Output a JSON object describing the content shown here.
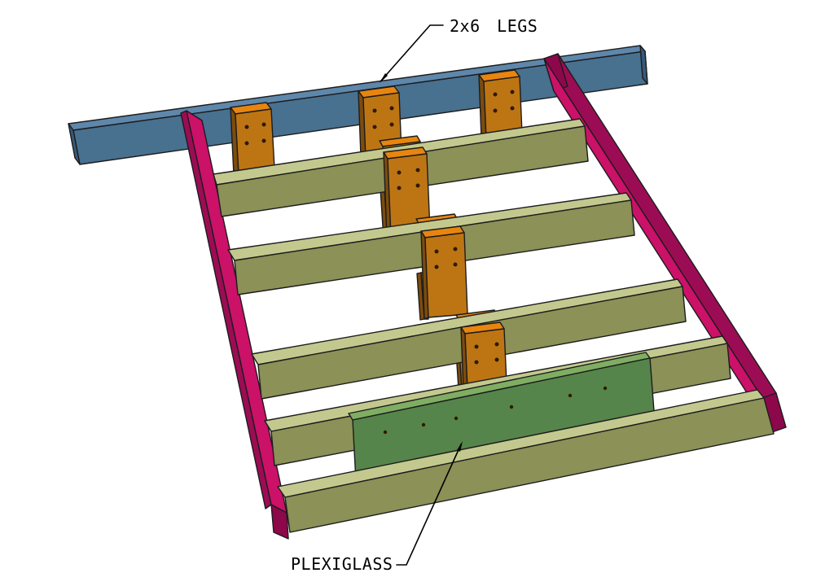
{
  "labels": {
    "legs_label": "2x6 LEGS",
    "plexiglass_label": "PLEXIGLASS"
  },
  "colors": {
    "background": "#ffffff",
    "outline": "#1c1c1c",
    "label_text": "#000000",
    "beam_top": "#5e87ab",
    "beam_front": "#48708f",
    "beam_end": "#37587a",
    "rail_bright": "#cb1168",
    "rail_dark": "#9c0c55",
    "rail_cap": "#8d074b",
    "joist_top": "#c3c98e",
    "joist_front": "#8b9157",
    "leg_top": "#e8850f",
    "leg_front": "#bd7514",
    "leg_side": "#7d4c0d",
    "leg_hole": "#2e1a05",
    "plexi_face": "#55854a",
    "plexi_edge": "#7fae63"
  },
  "parts": [
    {
      "name": "headboard-beam",
      "color": "#48708f"
    },
    {
      "name": "side-rail-left",
      "color": "#cb1168"
    },
    {
      "name": "side-rail-right",
      "color": "#cb1168"
    },
    {
      "name": "joists",
      "count": 5,
      "color": "#8b9157"
    },
    {
      "name": "legs-2x6",
      "count": 6,
      "color": "#bd7514"
    },
    {
      "name": "plexiglass-panel",
      "color": "#55854a"
    }
  ]
}
